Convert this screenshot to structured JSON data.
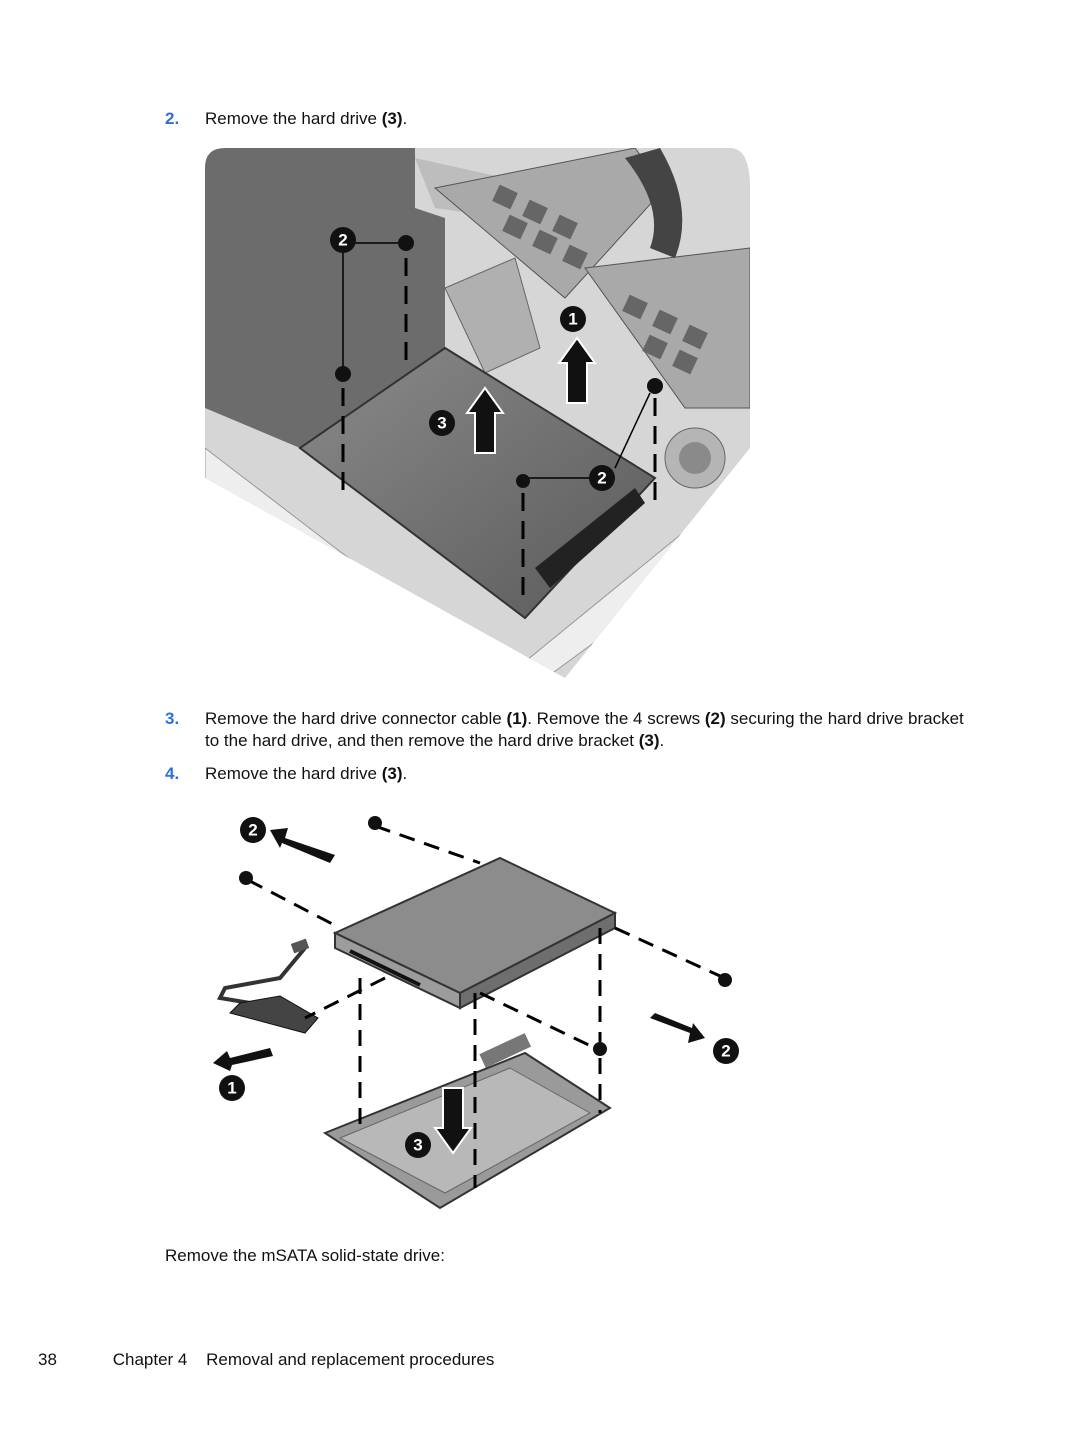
{
  "steps": [
    {
      "number": "2.",
      "segments": [
        {
          "text": "Remove the hard drive ",
          "bold": false
        },
        {
          "text": "(3)",
          "bold": true
        },
        {
          "text": ".",
          "bold": false
        }
      ]
    },
    {
      "number": "3.",
      "segments": [
        {
          "text": "Remove the hard drive connector cable ",
          "bold": false
        },
        {
          "text": "(1)",
          "bold": true
        },
        {
          "text": ". Remove the 4 screws ",
          "bold": false
        },
        {
          "text": "(2)",
          "bold": true
        },
        {
          "text": " securing the hard drive bracket to the hard drive, and then remove the hard drive bracket ",
          "bold": false
        },
        {
          "text": "(3)",
          "bold": true
        },
        {
          "text": ".",
          "bold": false
        }
      ]
    },
    {
      "number": "4.",
      "segments": [
        {
          "text": "Remove the hard drive ",
          "bold": false
        },
        {
          "text": "(3)",
          "bold": true
        },
        {
          "text": ".",
          "bold": false
        }
      ]
    }
  ],
  "figure1": {
    "callouts": {
      "c1": "1",
      "c2a": "2",
      "c2b": "2",
      "c3": "3"
    }
  },
  "figure2": {
    "callouts": {
      "c1": "1",
      "c2a": "2",
      "c2b": "2",
      "c3": "3"
    }
  },
  "mSATA_intro": "Remove the mSATA solid-state drive:",
  "footer": {
    "page_number": "38",
    "chapter": "Chapter 4",
    "title": "Removal and replacement procedures"
  },
  "colors": {
    "step_number": "#2d6fe0",
    "callout": "#111111"
  }
}
